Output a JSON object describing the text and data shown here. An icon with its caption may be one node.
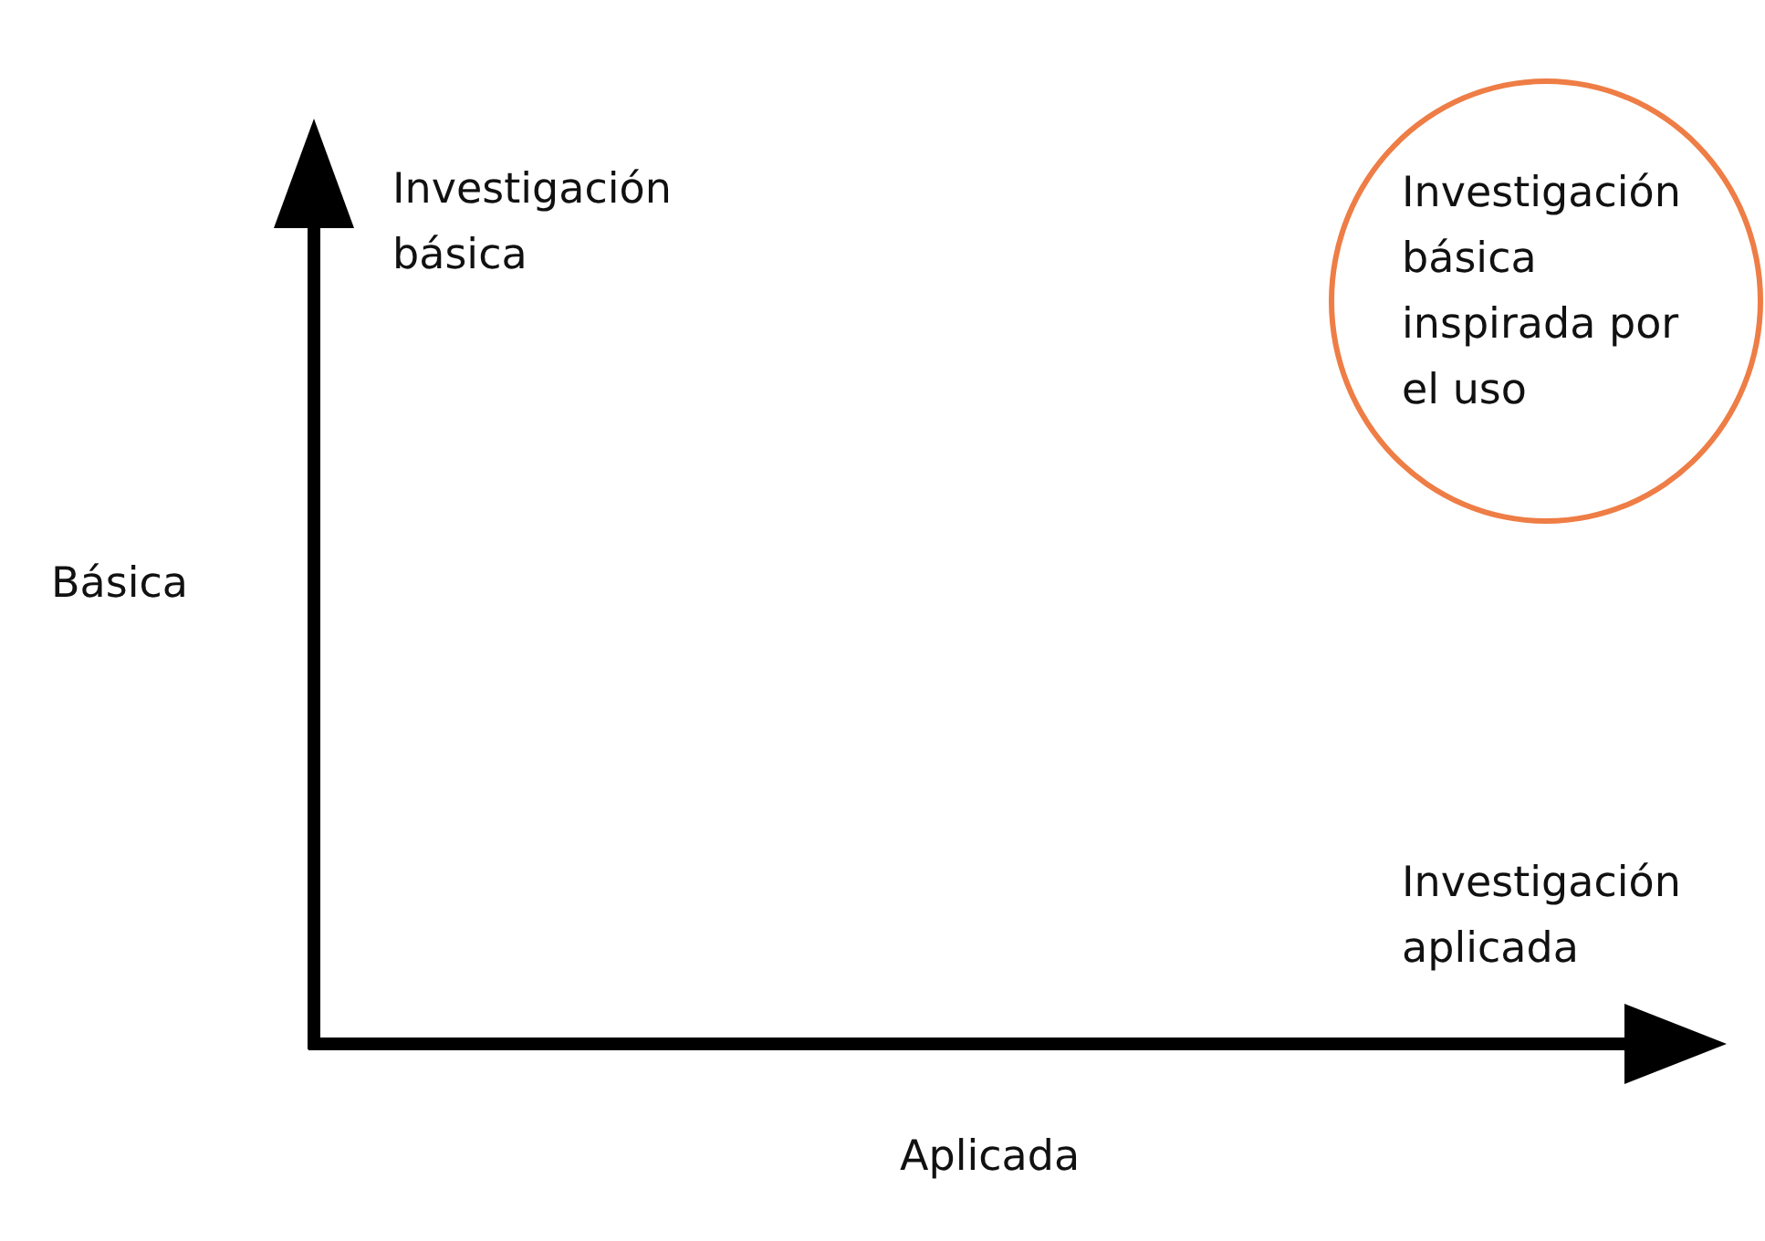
{
  "diagram": {
    "nodes": [
      {
        "text": [
          "Investigación básica inspirada por el uso"
        ]
      }
    ],
    "labels": [
      "Investigación básica",
      "Básica",
      "Investigación aplicada",
      "Aplicada"
    ]
  }
}
